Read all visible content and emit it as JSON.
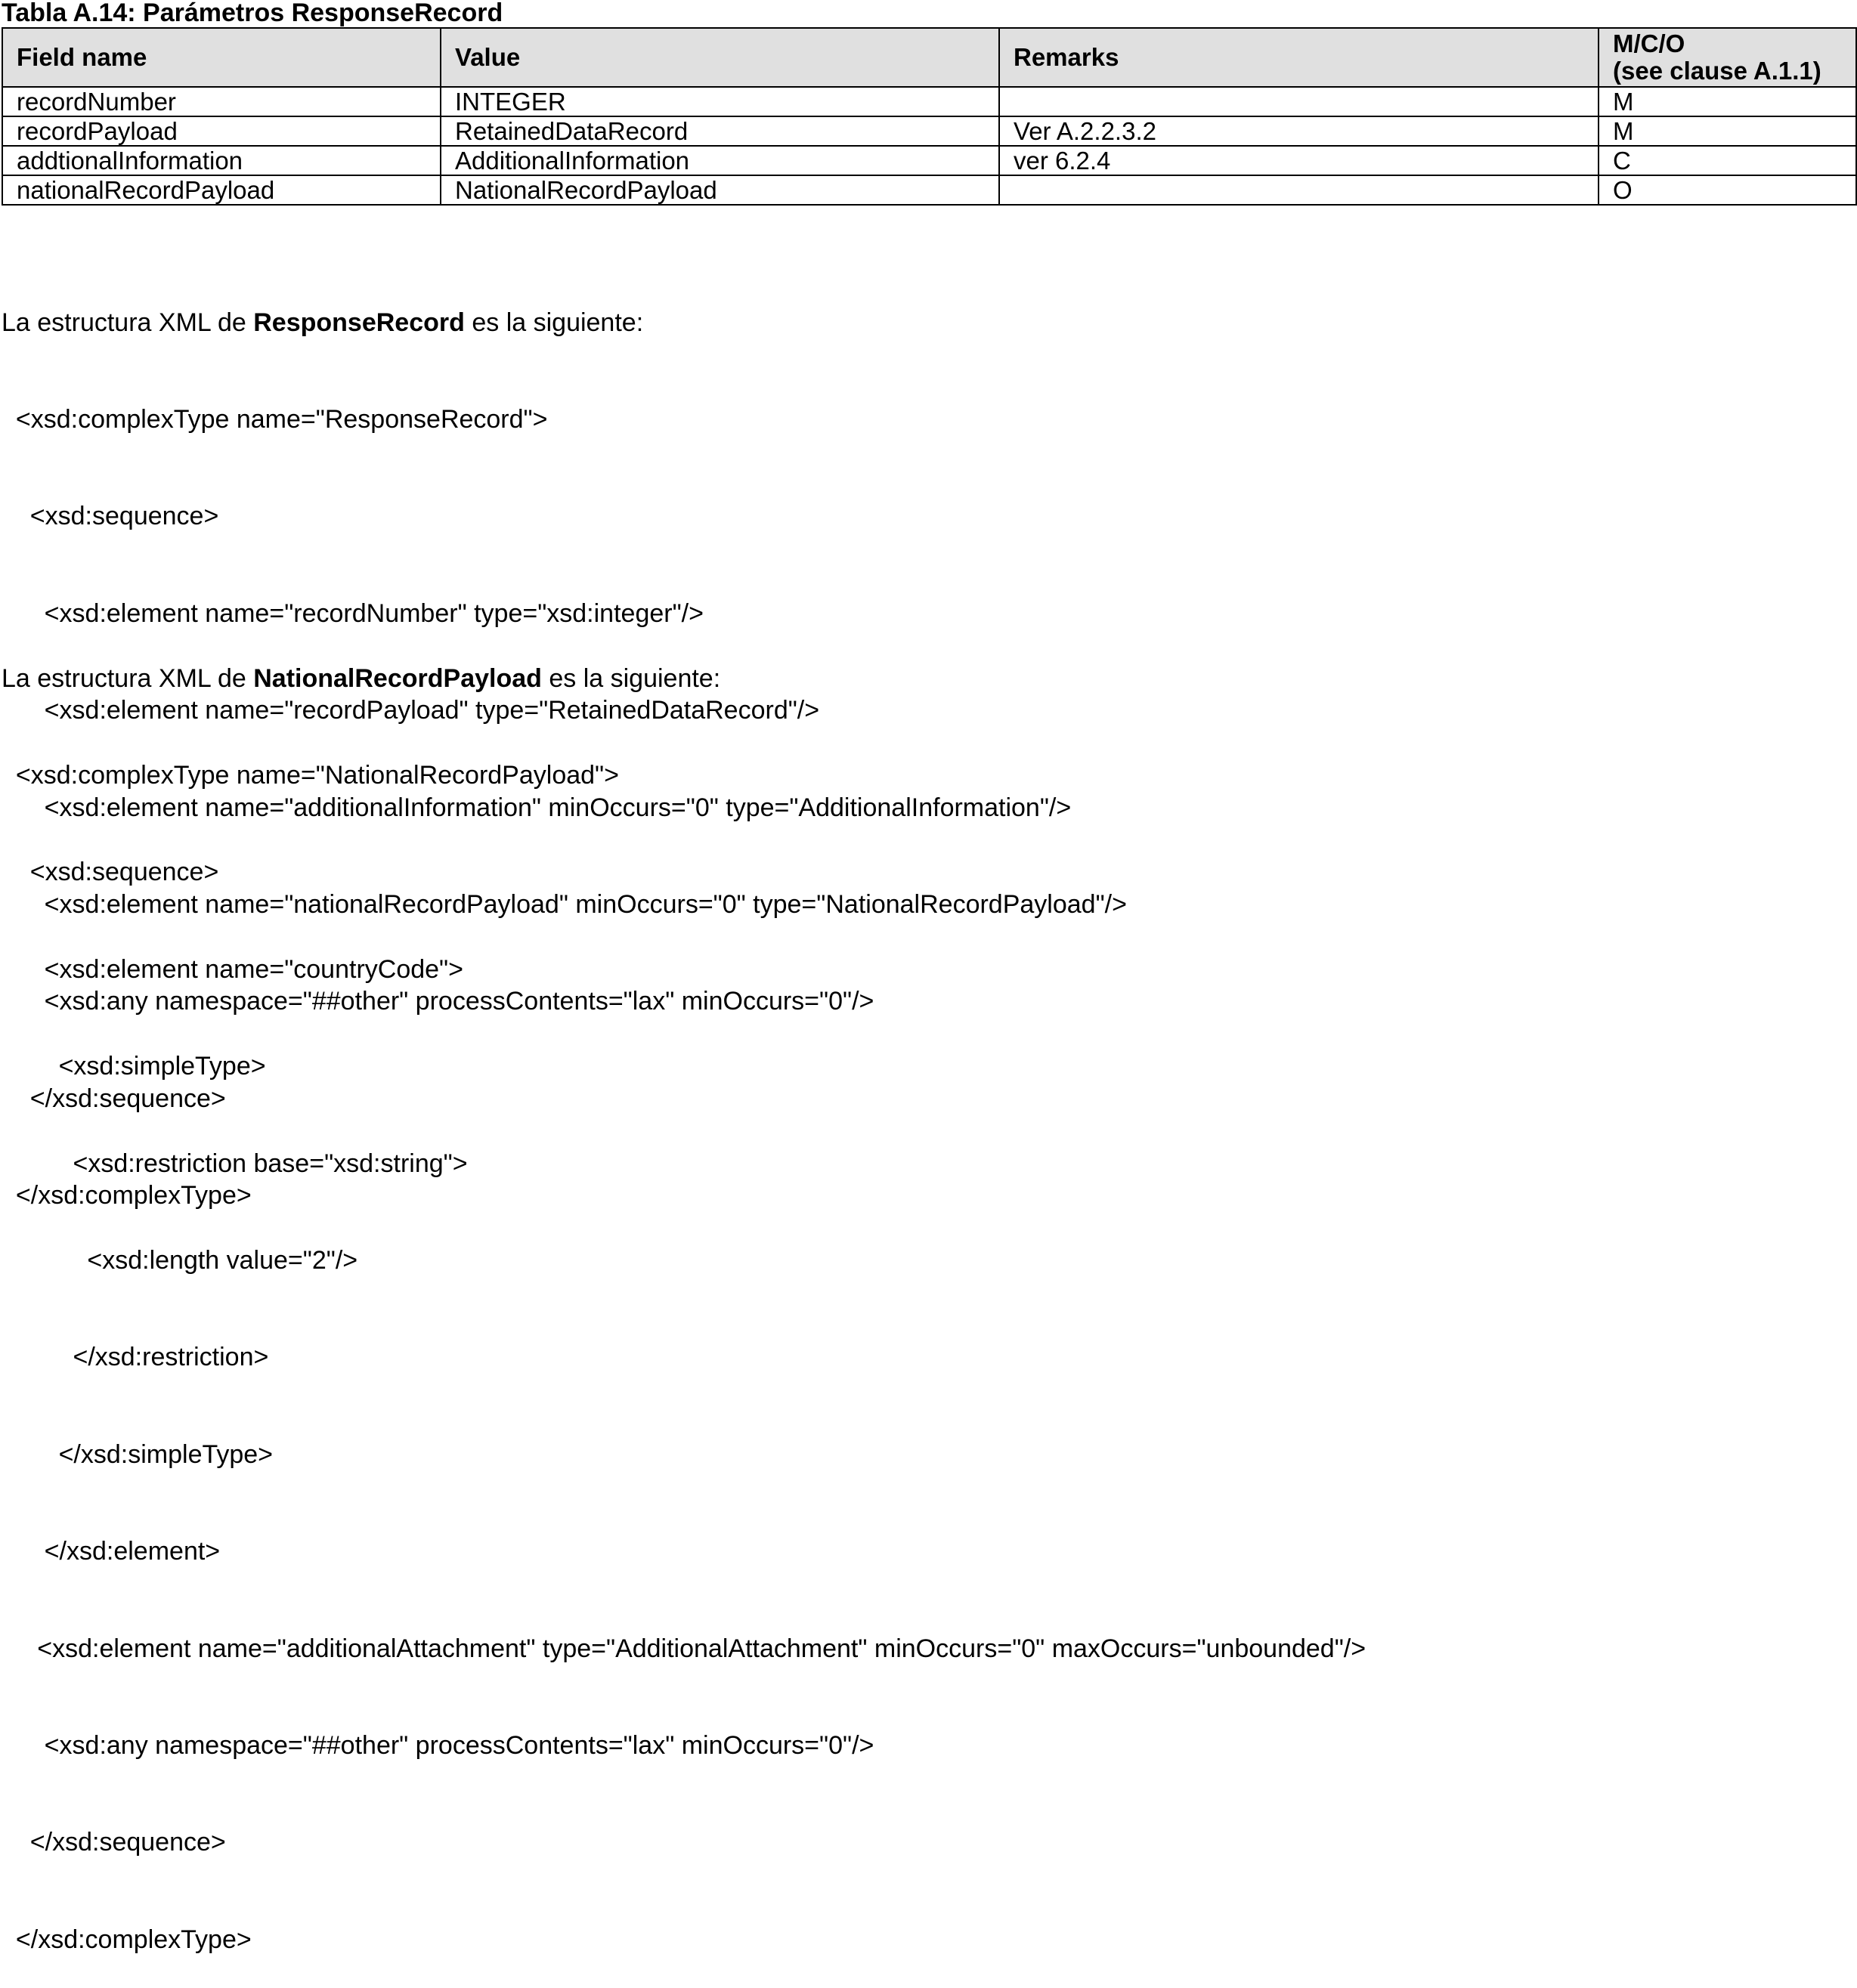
{
  "caption": "Tabla A.14: Parámetros ResponseRecord",
  "table": {
    "headers": [
      "Field name",
      "Value",
      "Remarks",
      "M/C/O",
      "(see clause A.1.1)"
    ],
    "rows": [
      [
        "recordNumber",
        "INTEGER",
        "",
        "M"
      ],
      [
        "recordPayload",
        "RetainedDataRecord",
        "Ver A.2.2.3.2",
        "M"
      ],
      [
        "addtionalInformation",
        "AdditionalInformation",
        "ver 6.2.4",
        "C"
      ],
      [
        "nationalRecordPayload",
        "NationalRecordPayload",
        "",
        "O"
      ]
    ]
  },
  "section1": {
    "intro_before": "La estructura XML de ",
    "intro_bold": "ResponseRecord",
    "intro_after": " es la siguiente:",
    "code_lines": [
      "  <xsd:complexType name=\"ResponseRecord\">",
      "    <xsd:sequence>",
      "      <xsd:element name=\"recordNumber\" type=\"xsd:integer\"/>",
      "      <xsd:element name=\"recordPayload\" type=\"RetainedDataRecord\"/>",
      "      <xsd:element name=\"additionalInformation\" minOccurs=\"0\" type=\"AdditionalInformation\"/>",
      "      <xsd:element name=\"nationalRecordPayload\" minOccurs=\"0\" type=\"NationalRecordPayload\"/>",
      "      <xsd:any namespace=\"##other\" processContents=\"lax\" minOccurs=\"0\"/>",
      "    </xsd:sequence>",
      "  </xsd:complexType>"
    ]
  },
  "section2": {
    "intro_before": "La estructura XML de ",
    "intro_bold": "NationalRecordPayload",
    "intro_after": " es la siguiente:",
    "code_lines": [
      "  <xsd:complexType name=\"NationalRecordPayload\">",
      "    <xsd:sequence>",
      "      <xsd:element name=\"countryCode\">",
      "        <xsd:simpleType>",
      "          <xsd:restriction base=\"xsd:string\">",
      "            <xsd:length value=\"2\"/>",
      "          </xsd:restriction>",
      "        </xsd:simpleType>",
      "      </xsd:element>",
      "     <xsd:element name=\"additionalAttachment\" type=\"AdditionalAttachment\" minOccurs=\"0\" maxOccurs=\"unbounded\"/>",
      "      <xsd:any namespace=\"##other\" processContents=\"lax\" minOccurs=\"0\"/>",
      "    </xsd:sequence>",
      "  </xsd:complexType>"
    ]
  }
}
